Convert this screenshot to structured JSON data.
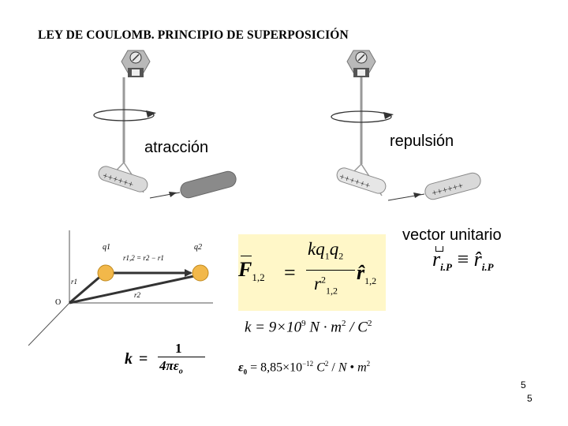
{
  "slide": {
    "title": "LEY DE COULOMB. PRINCIPIO DE SUPERPOSICIÓN",
    "label_attraction": "atracción",
    "label_repulsion": "repulsión",
    "label_unit_vector": "vector unitario",
    "page_number_top": "5",
    "page_number_bottom": "5"
  },
  "diagram": {
    "q1": "q1",
    "q2": "q2",
    "origin": "O",
    "r1": "r1",
    "r2": "r2",
    "r12": "r1,2 = r2 − r1"
  },
  "colors": {
    "formula_box": "#fff7c8",
    "charge_sphere": "#f2b84a",
    "rod_gray": "#8a8a8a"
  },
  "icons": [
    "torsion-balance-icon",
    "rotation-arrow-icon",
    "charge-sphere-icon"
  ]
}
